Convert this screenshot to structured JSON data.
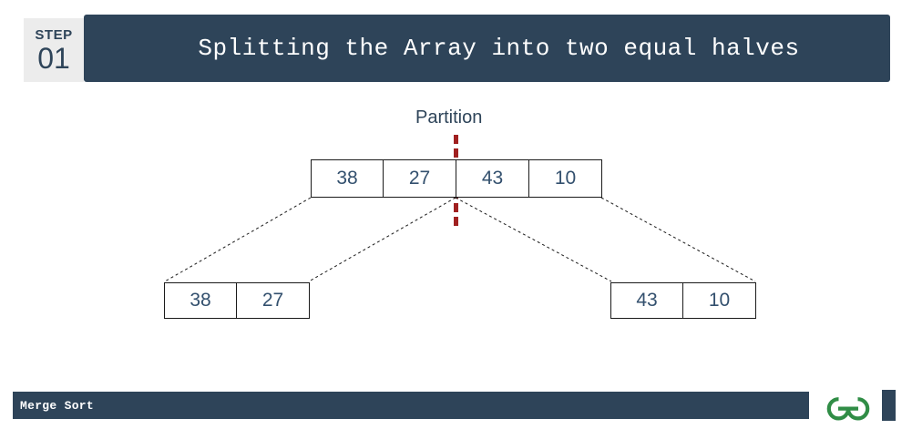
{
  "header": {
    "step_word": "STEP",
    "step_number": "01",
    "title": "Splitting the Array into two equal halves",
    "bar_color": "#2e4459",
    "badge_color": "#ececec"
  },
  "diagram": {
    "partition_label": "Partition",
    "partition_line_color": "#a02020",
    "connector_style": "dashed",
    "connector_color": "#1a1a1a",
    "cell_text_color": "#33506e",
    "arrays": {
      "top": {
        "name": "original-array",
        "values": [
          "38",
          "27",
          "43",
          "10"
        ]
      },
      "left": {
        "name": "left-half-array",
        "values": [
          "38",
          "27"
        ]
      },
      "right": {
        "name": "right-half-array",
        "values": [
          "43",
          "10"
        ]
      }
    }
  },
  "footer": {
    "label": "Merge Sort",
    "bar_color": "#2e4459",
    "logo_color": "#308d46",
    "logo_name": "geeksforgeeks-logo"
  }
}
